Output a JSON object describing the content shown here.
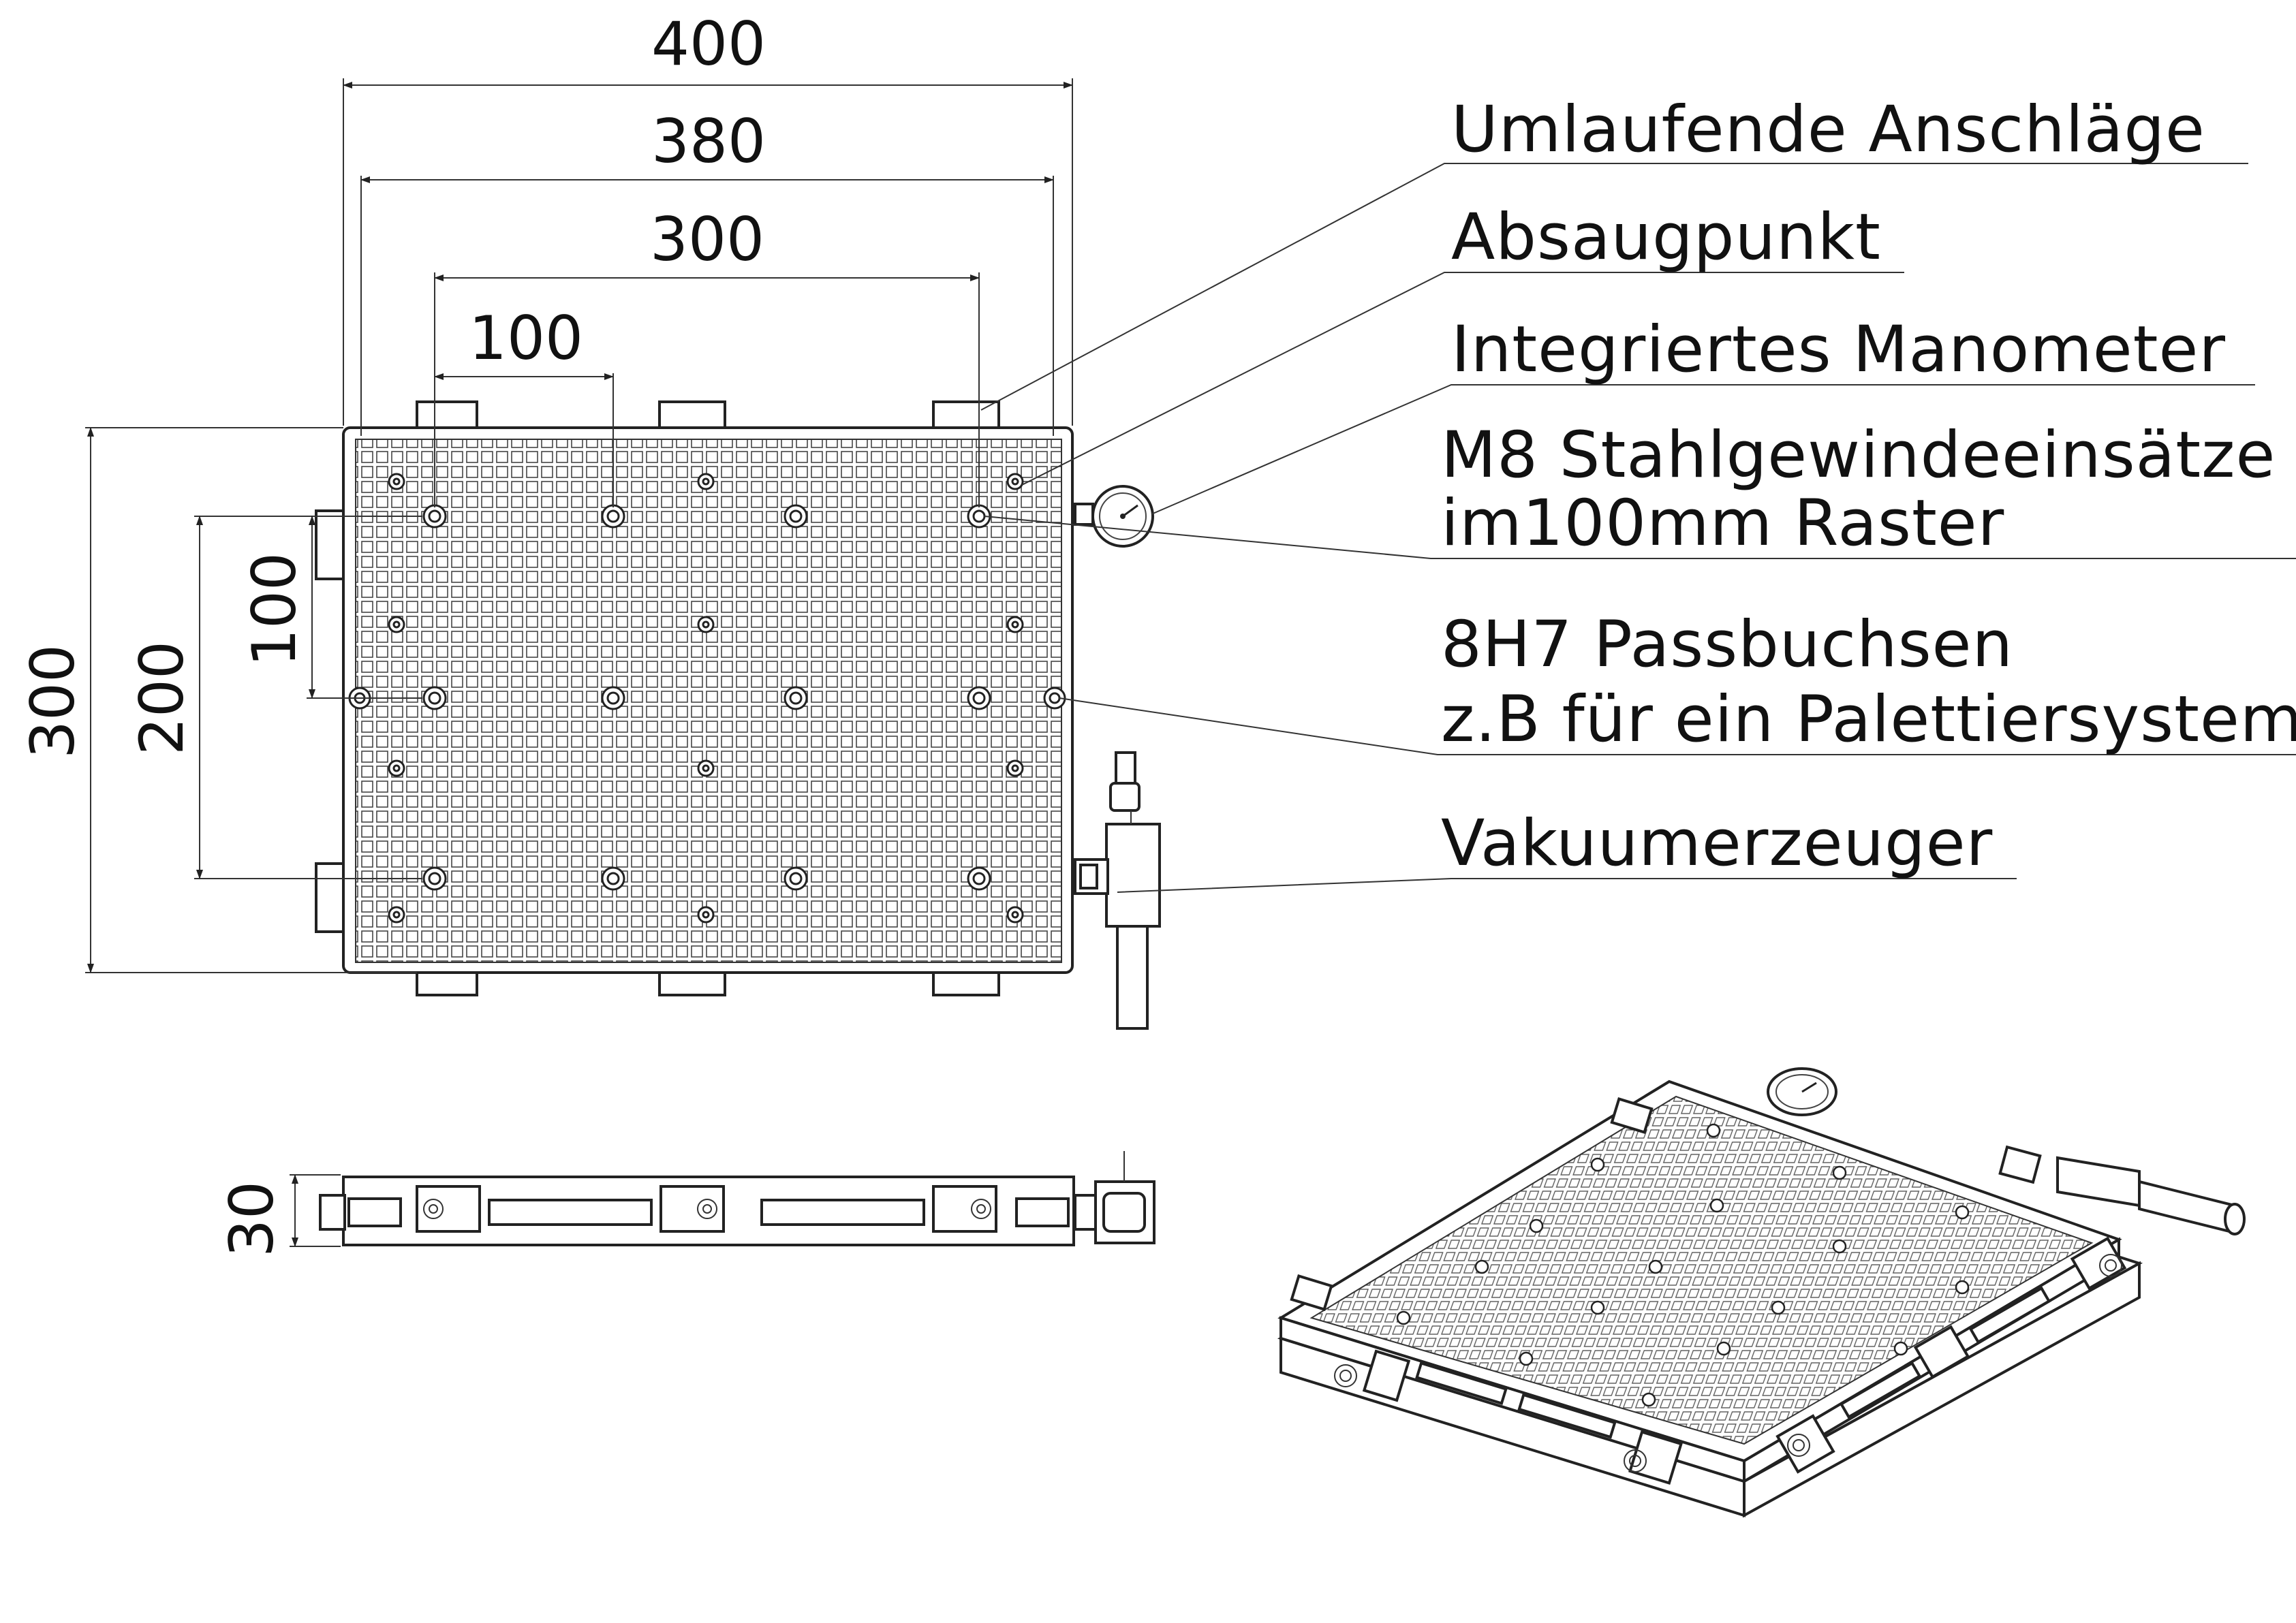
{
  "dimensions": {
    "d400": "400",
    "d380": "380",
    "d300_h": "300",
    "d100_h": "100",
    "d300_v": "300",
    "d200_v": "200",
    "d100_v": "100",
    "d30": "30"
  },
  "labels": {
    "umlaufende": "Umlaufende Anschläge",
    "absaugpunkt": "Absaugpunkt",
    "manometer": "Integriertes  Manometer",
    "m8_line1": "M8 Stahlgewindeeinsätze",
    "m8_line2": "im100mm Raster",
    "h7_line1": "8H7 Passbuchsen",
    "h7_line2": "z.B für ein  Palettiersystem",
    "vakuum": "Vakuumerzeuger"
  },
  "colors": {
    "line": "#222222",
    "background": "#ffffff"
  }
}
